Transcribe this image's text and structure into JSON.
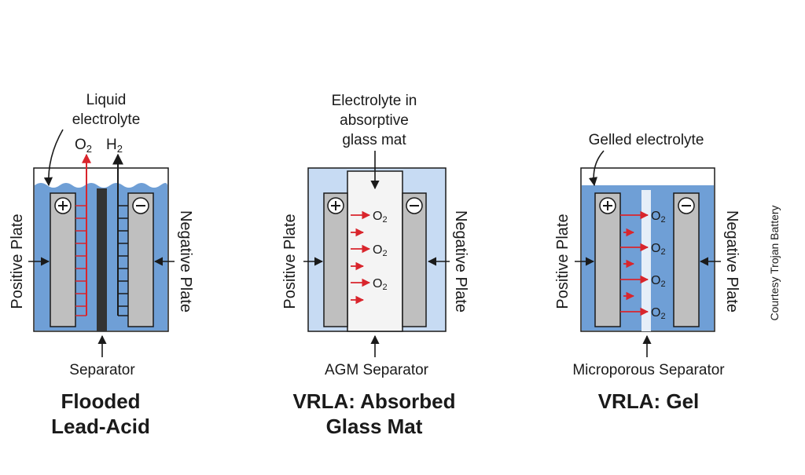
{
  "colors": {
    "electrolyte": "#6f9fd6",
    "electrolyte_light": "#c7dbf3",
    "plate": "#bfbfbf",
    "separator_dark": "#333333",
    "gas_red": "#d9252c",
    "outline": "#1a1a1a"
  },
  "credit": "Courtesy Trojan Battery",
  "panels": [
    {
      "id": "flooded",
      "top_label": [
        "Liquid",
        "electrolyte"
      ],
      "gas_labels": [
        "O",
        "2",
        "H",
        "2"
      ],
      "positive_label": "Positive Plate",
      "negative_label": "Negative Plate",
      "bottom_label": "Separator",
      "title": [
        "Flooded",
        "Lead-Acid"
      ]
    },
    {
      "id": "agm",
      "top_label": [
        "Electrolyte in",
        "absorptive",
        "glass mat"
      ],
      "o2_label": "O",
      "o2_sub": "2",
      "positive_label": "Positive Plate",
      "negative_label": "Negative Plate",
      "bottom_label": "AGM Separator",
      "title": [
        "VRLA: Absorbed",
        "Glass Mat"
      ]
    },
    {
      "id": "gel",
      "top_label": [
        "Gelled electrolyte"
      ],
      "o2_label": "O",
      "o2_sub": "2",
      "positive_label": "Positive Plate",
      "negative_label": "Negative Plate",
      "bottom_label": "Microporous Separator",
      "title": [
        "VRLA: Gel"
      ]
    }
  ],
  "icons": {
    "plus": "plus-terminal-icon",
    "minus": "minus-terminal-icon"
  }
}
